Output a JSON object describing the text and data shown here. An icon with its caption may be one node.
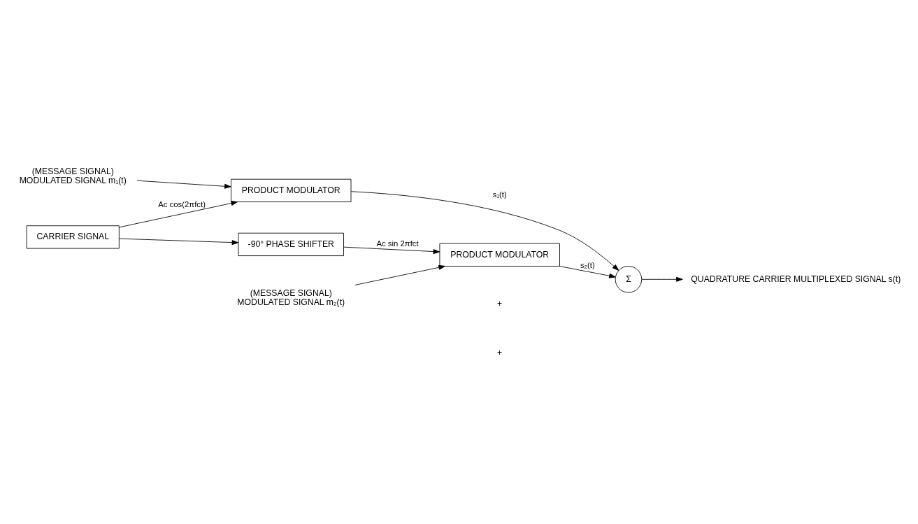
{
  "diagram": {
    "nodes": [
      {
        "text": [
          "PRODUCT MODULATOR"
        ]
      },
      {
        "text": [
          "CARRIER SIGNAL"
        ]
      },
      {
        "text": [
          "-90° PHASE SHIFTER"
        ]
      },
      {
        "text": [
          "PRODUCT MODULATOR"
        ]
      },
      {
        "text": [
          "Σ"
        ]
      },
      {
        "text": [
          "(MESSAGE SIGNAL)",
          "MODULATED SIGNAL m₁(t)"
        ]
      },
      {
        "text": [
          "(MESSAGE SIGNAL)",
          "MODULATED SIGNAL m₂(t)"
        ]
      },
      {
        "text": [
          "QUADRATURE CARRIER MULTIPLEXED SIGNAL s(t)"
        ]
      }
    ],
    "edges": [
      {
        "from": 5,
        "to": 0,
        "arrow": "to"
      },
      {
        "from": 0,
        "to": 4,
        "arrow": "to",
        "label": "s₁(t)"
      },
      {
        "from": 1,
        "to": 0,
        "arrow": "to",
        "label": "Ac cos(2πfct)"
      },
      {
        "from": 1,
        "to": 2,
        "arrow": "to"
      },
      {
        "from": 2,
        "to": 3,
        "arrow": "to",
        "label": "Ac sin 2πfct"
      },
      {
        "from": 6,
        "to": 3,
        "arrow": "to"
      },
      {
        "from": 3,
        "to": 4,
        "arrow": "to",
        "label": "s₂(t)"
      },
      {
        "from": 4,
        "to": 7,
        "arrow": "to"
      }
    ],
    "labels": [
      "+",
      "+"
    ]
  }
}
